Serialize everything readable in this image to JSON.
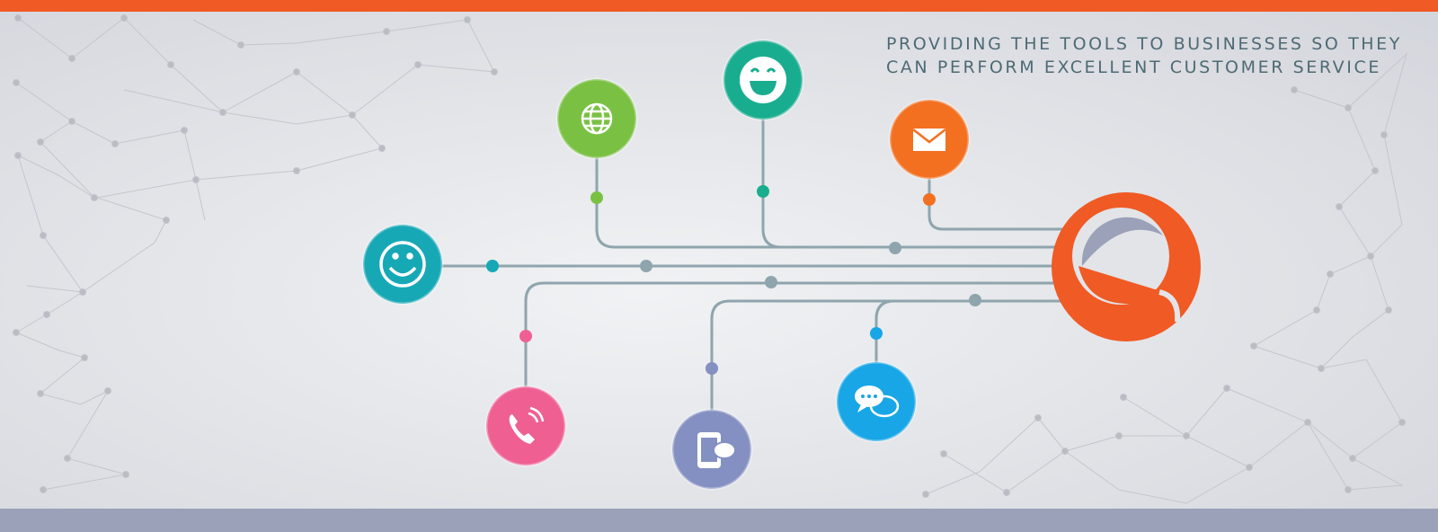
{
  "tagline": {
    "line1": "PROVIDING THE TOOLS TO BUSINESSES SO THEY",
    "line2": "CAN PERFORM EXCELLENT CUSTOMER SERVICE"
  },
  "colors": {
    "brand": "#f05a24",
    "line": "#8fa5ad",
    "web": "#7ac143",
    "happy": "#19ad8f",
    "email": "#f37021",
    "smile": "#17a8b6",
    "phone": "#ef5f92",
    "sms": "#8490c2",
    "chat": "#18a6e6"
  },
  "channels": [
    {
      "name": "web",
      "icon": "globe-icon"
    },
    {
      "name": "happy",
      "icon": "laughing-face-icon"
    },
    {
      "name": "email",
      "icon": "envelope-icon"
    },
    {
      "name": "smile",
      "icon": "smiley-icon"
    },
    {
      "name": "phone",
      "icon": "phone-icon"
    },
    {
      "name": "sms",
      "icon": "mobile-message-icon"
    },
    {
      "name": "chat",
      "icon": "chat-bubbles-icon"
    }
  ]
}
